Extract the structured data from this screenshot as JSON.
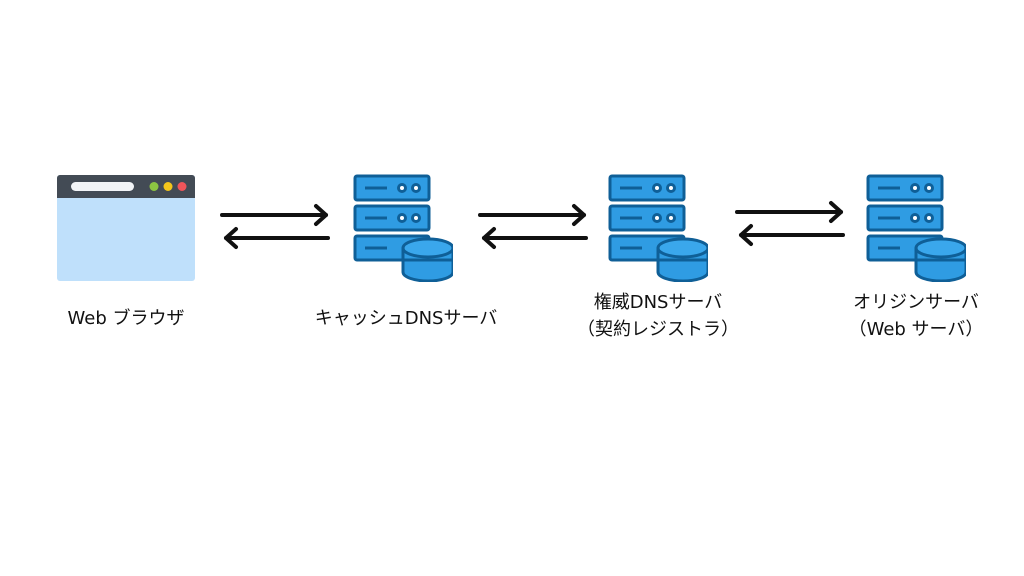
{
  "nodes": [
    {
      "id": "browser",
      "icon": "browser-window-icon",
      "label_lines": [
        "Web ブラウザ"
      ]
    },
    {
      "id": "cache-dns",
      "icon": "database-server-icon",
      "label_lines": [
        "キャッシュDNSサーバ"
      ]
    },
    {
      "id": "authoritative-dns",
      "icon": "database-server-icon",
      "label_lines": [
        "権威DNSサーバ",
        "（契約レジストラ）"
      ]
    },
    {
      "id": "origin",
      "icon": "database-server-icon",
      "label_lines": [
        "オリジンサーバ",
        "（Web サーバ）"
      ]
    }
  ],
  "colors": {
    "server_blue": "#2f9ce3",
    "server_stroke": "#0f5f97",
    "browser_bar": "#434b55",
    "browser_body": "#bfe0fb",
    "dot_green": "#8cc542",
    "dot_yellow": "#f4c51b",
    "dot_red": "#f0555a",
    "arrow": "#111111"
  }
}
